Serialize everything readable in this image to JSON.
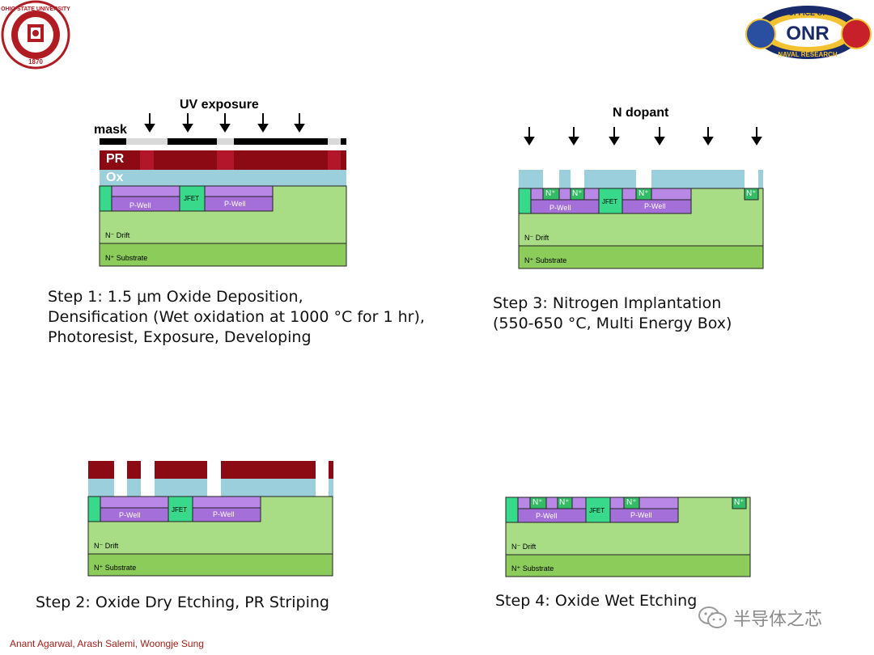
{
  "logos": {
    "left": {
      "ring_text": "OHIO STATE UNIVERSITY",
      "year": "1870"
    },
    "right": {
      "top_text": "OFFICE OF",
      "bottom_text": "NAVAL RESEARCH",
      "center_text": "ONR"
    }
  },
  "step1": {
    "header": "UV exposure",
    "mask_label": "mask",
    "pr_label": "PR",
    "ox_label": "Ox",
    "caption": [
      "Step 1: 1.5 μm Oxide Deposition,",
      "Densification (Wet oxidation at 1000 °C for 1 hr),",
      "Photoresist, Exposure, Developing"
    ]
  },
  "step2": {
    "caption": "Step 2: Oxide Dry Etching, PR Striping"
  },
  "step3": {
    "header": "N dopant",
    "caption": [
      "Step 3: Nitrogen Implantation",
      "(550-650 °C, Multi Energy Box)"
    ]
  },
  "step4": {
    "caption": "Step 4: Oxide Wet Etching"
  },
  "device": {
    "jfet": "JFET",
    "pwell": "P-Well",
    "ndrift": "N⁻ Drift",
    "nsub": "N⁺ Substrate",
    "nplus": "N⁺"
  },
  "credits": "Anant Agarwal, Arash Salemi, Woongje Sung",
  "watermark": "半导体之芯",
  "colors": {
    "drift": "#a9dd85",
    "substrate": "#8ccc5a",
    "pwell": "#a46fd8",
    "jfet": "#38d98a",
    "nplus": "#33bb66",
    "oxide": "#9ccfdc",
    "pr": "#8b0a14",
    "pr_exposed": "#b3162a",
    "mask": "#000000",
    "credits": "#a0201a"
  }
}
